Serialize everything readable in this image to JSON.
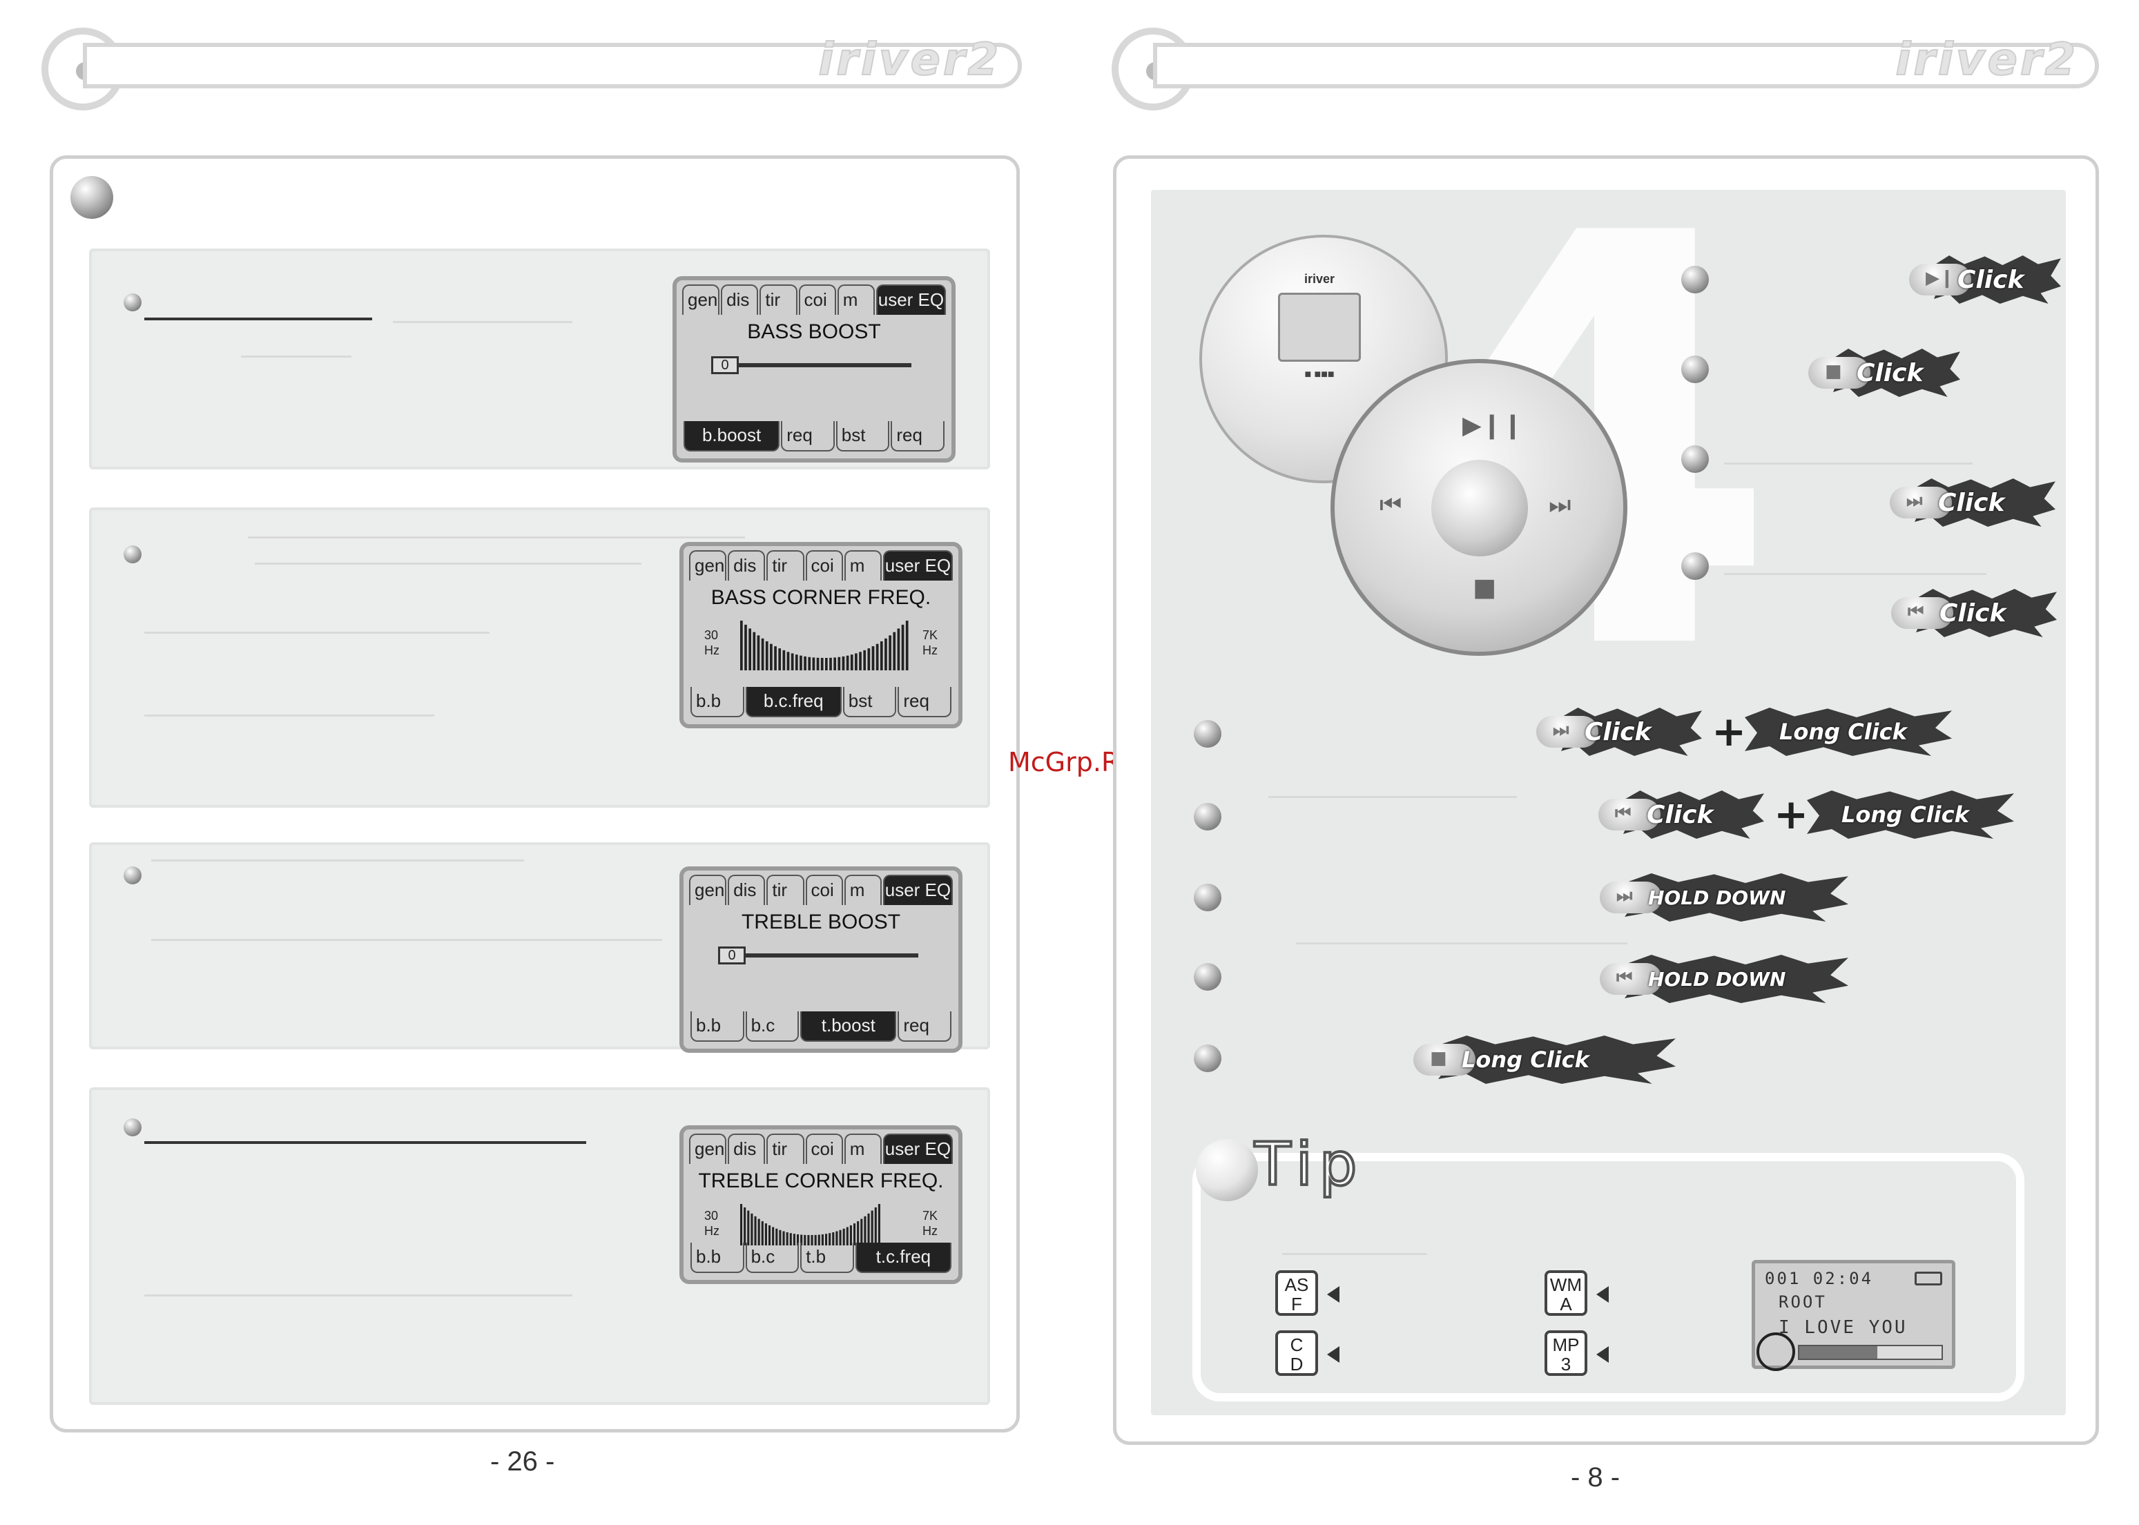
{
  "brand": "iriver2",
  "left_page": {
    "page_number": "- 26 -",
    "sections": [
      {
        "screen": {
          "tabs": [
            "gen",
            "dis",
            "tir",
            "coi",
            "m",
            "user EQ"
          ],
          "title": "BASS BOOST",
          "slider_value": "0",
          "footer": [
            "b.boost",
            "req",
            "bst",
            "req"
          ],
          "footer_selected": 0
        }
      },
      {
        "screen": {
          "tabs": [
            "gen",
            "dis",
            "tir",
            "coi",
            "m",
            "user EQ"
          ],
          "title": "BASS CORNER FREQ.",
          "eq_left": [
            "30",
            "Hz"
          ],
          "eq_right": [
            "7K",
            "Hz"
          ],
          "footer": [
            "b.b",
            "b.c.freq",
            "bst",
            "req"
          ],
          "footer_selected": 1
        }
      },
      {
        "screen": {
          "tabs": [
            "gen",
            "dis",
            "tir",
            "coi",
            "m",
            "user EQ"
          ],
          "title": "TREBLE BOOST",
          "slider_value": "0",
          "footer": [
            "b.b",
            "b.c",
            "t.boost",
            "req"
          ],
          "footer_selected": 2
        }
      },
      {
        "screen": {
          "tabs": [
            "gen",
            "dis",
            "tir",
            "coi",
            "m",
            "user EQ"
          ],
          "title": "TREBLE CORNER FREQ.",
          "eq_left": [
            "30",
            "Hz"
          ],
          "eq_right": [
            "7K",
            "Hz"
          ],
          "footer": [
            "b.b",
            "b.c",
            "t.b",
            "t.c.freq"
          ],
          "footer_selected": 3
        }
      }
    ]
  },
  "right_page": {
    "page_number": "- 8 -",
    "player": {
      "brand": "iriver",
      "screen_line": "■ ■■■"
    },
    "wheel_glyphs": {
      "top": "▶❙❙",
      "left": "⏮",
      "right": "⏭",
      "bottom": "■"
    },
    "top_controls": [
      {
        "glyph": "▶❙",
        "label": "Click"
      },
      {
        "glyph": "■",
        "label": "Click"
      },
      {
        "glyph": "⏭",
        "label": "Click"
      },
      {
        "glyph": "⏮",
        "label": "Click"
      }
    ],
    "combo_controls": [
      {
        "glyph": "⏭",
        "label": "Click",
        "plus": "+",
        "second": "Long Click"
      },
      {
        "glyph": "⏮",
        "label": "Click",
        "plus": "+",
        "second": "Long Click"
      },
      {
        "glyph": "⏭",
        "label": "HOLD DOWN"
      },
      {
        "glyph": "⏮",
        "label": "HOLD DOWN"
      },
      {
        "glyph": "■",
        "label": "Long Click"
      }
    ],
    "tip": {
      "heading": "Tip",
      "formats": [
        {
          "line1": "AS",
          "line2": "F"
        },
        {
          "line1": "WM",
          "line2": "A"
        },
        {
          "line1": "C",
          "line2": "D"
        },
        {
          "line1": "MP",
          "line2": "3"
        }
      ],
      "mini_lcd": {
        "line1": "001 02:04",
        "line2": "ROOT",
        "line3": "I LOVE YOU"
      }
    }
  },
  "watermark": "McGrp.Ru"
}
